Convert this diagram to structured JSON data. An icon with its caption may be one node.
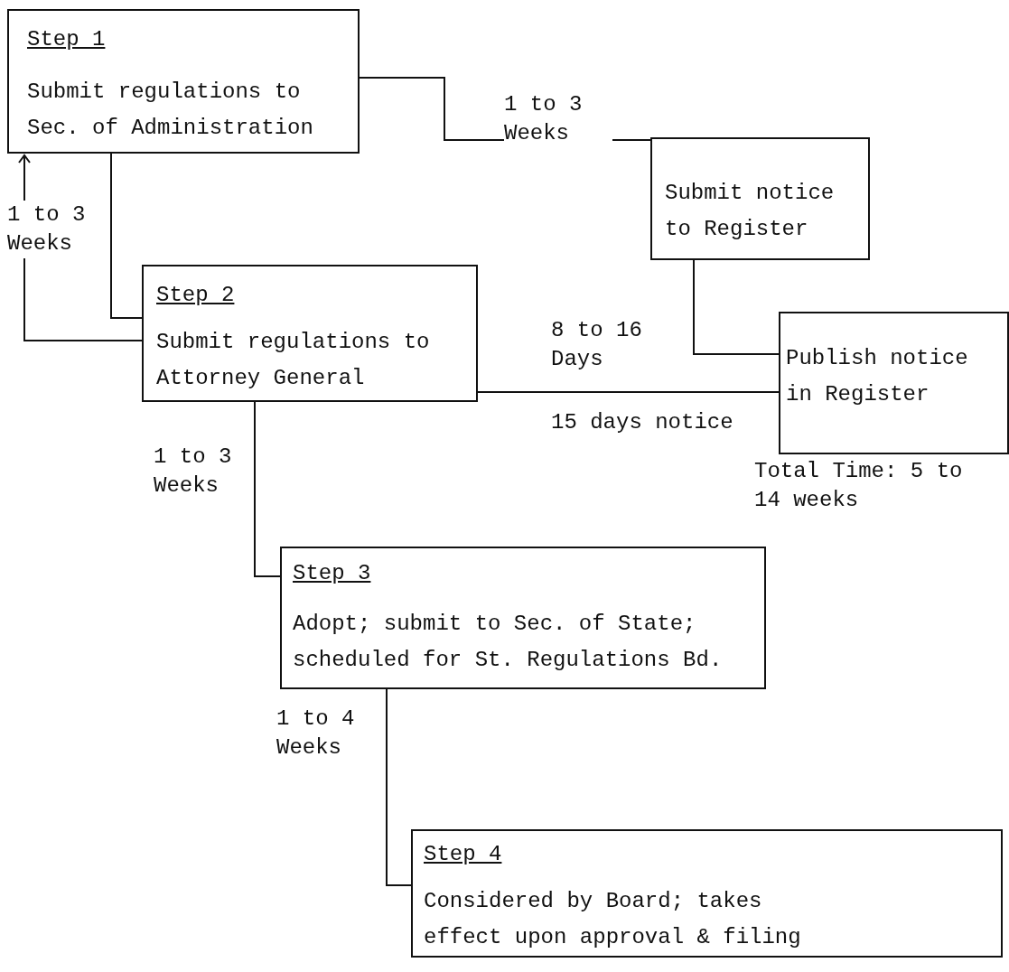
{
  "diagram": {
    "nodes": [
      {
        "text": [
          "Step 1",
          "Submit regulations to Sec. of Administration"
        ]
      },
      {
        "text": [
          "Submit notice to Register"
        ]
      },
      {
        "text": [
          "Step 2",
          "Submit regulations to Attorney General"
        ]
      },
      {
        "text": [
          "Publish notice in Register"
        ],
        "beside": [
          "Total Time: 5 to 14 weeks"
        ]
      },
      {
        "text": [
          "Step 3",
          "Adopt; submit to Sec. of State; scheduled for St. Regulations Bd."
        ]
      },
      {
        "text": [
          "Step 4",
          "Considered by Board; takes effect upon approval & filing"
        ]
      }
    ],
    "edges": [
      {
        "from": 0,
        "to": 1,
        "arrow": "none",
        "label": "1 to 3 Weeks"
      },
      {
        "from": 0,
        "to": 2,
        "arrow": "none"
      },
      {
        "from": 2,
        "to": 0,
        "arrow": "to",
        "label": "1 to 3 Weeks"
      },
      {
        "from": 1,
        "to": 3,
        "arrow": "none",
        "label": "8 to 16 Days"
      },
      {
        "from": 2,
        "to": 3,
        "arrow": "none",
        "label": "15 days notice"
      },
      {
        "from": 2,
        "to": 4,
        "arrow": "none",
        "label": "1 to 3 Weeks"
      },
      {
        "from": 4,
        "to": 5,
        "arrow": "none",
        "label": "1 to 4 Weeks"
      }
    ]
  }
}
